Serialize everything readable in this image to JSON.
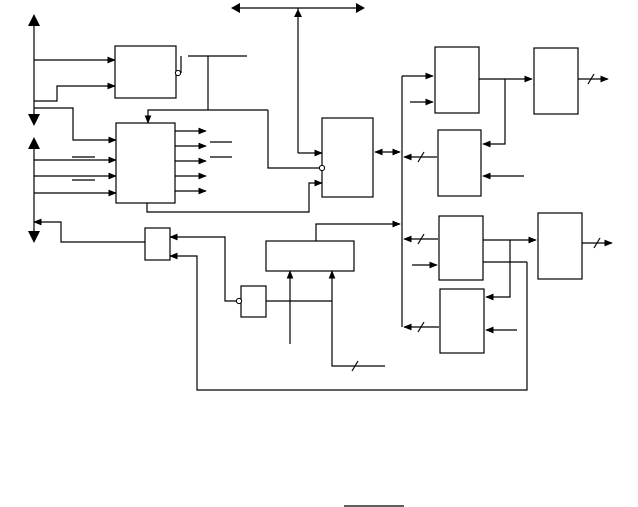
{
  "diagram": {
    "kind": "block-diagram",
    "labels": [],
    "blocks": [
      {
        "id": "block-top-left"
      },
      {
        "id": "block-decoder"
      },
      {
        "id": "block-small-left"
      },
      {
        "id": "block-small-gate"
      },
      {
        "id": "block-center-wide"
      },
      {
        "id": "block-center-mux"
      },
      {
        "id": "block-right-a1"
      },
      {
        "id": "block-right-a2"
      },
      {
        "id": "block-right-b1"
      },
      {
        "id": "block-right-b2"
      },
      {
        "id": "block-out-upper"
      },
      {
        "id": "block-out-lower"
      }
    ]
  }
}
